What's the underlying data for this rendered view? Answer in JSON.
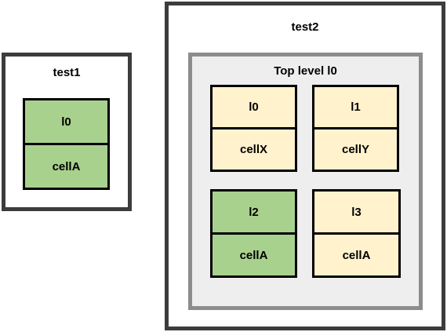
{
  "diagram": {
    "colors": {
      "frame_border": "#3c3c3c",
      "group_border": "#8c8c8c",
      "group_fill": "#eeeeee",
      "green_fill": "#a9d18e",
      "yellow_fill": "#fff2cc",
      "cell_border": "#000000"
    },
    "test1": {
      "title": "test1",
      "cell": {
        "top_label": "l0",
        "bottom_label": "cellA",
        "color": "green"
      }
    },
    "test2": {
      "title": "test2",
      "group": {
        "title": "Top level l0",
        "cells": [
          {
            "top_label": "l0",
            "bottom_label": "cellX",
            "color": "yellow"
          },
          {
            "top_label": "l1",
            "bottom_label": "cellY",
            "color": "yellow"
          },
          {
            "top_label": "l2",
            "bottom_label": "cellA",
            "color": "green"
          },
          {
            "top_label": "l3",
            "bottom_label": "cellA",
            "color": "yellow"
          }
        ]
      }
    }
  }
}
